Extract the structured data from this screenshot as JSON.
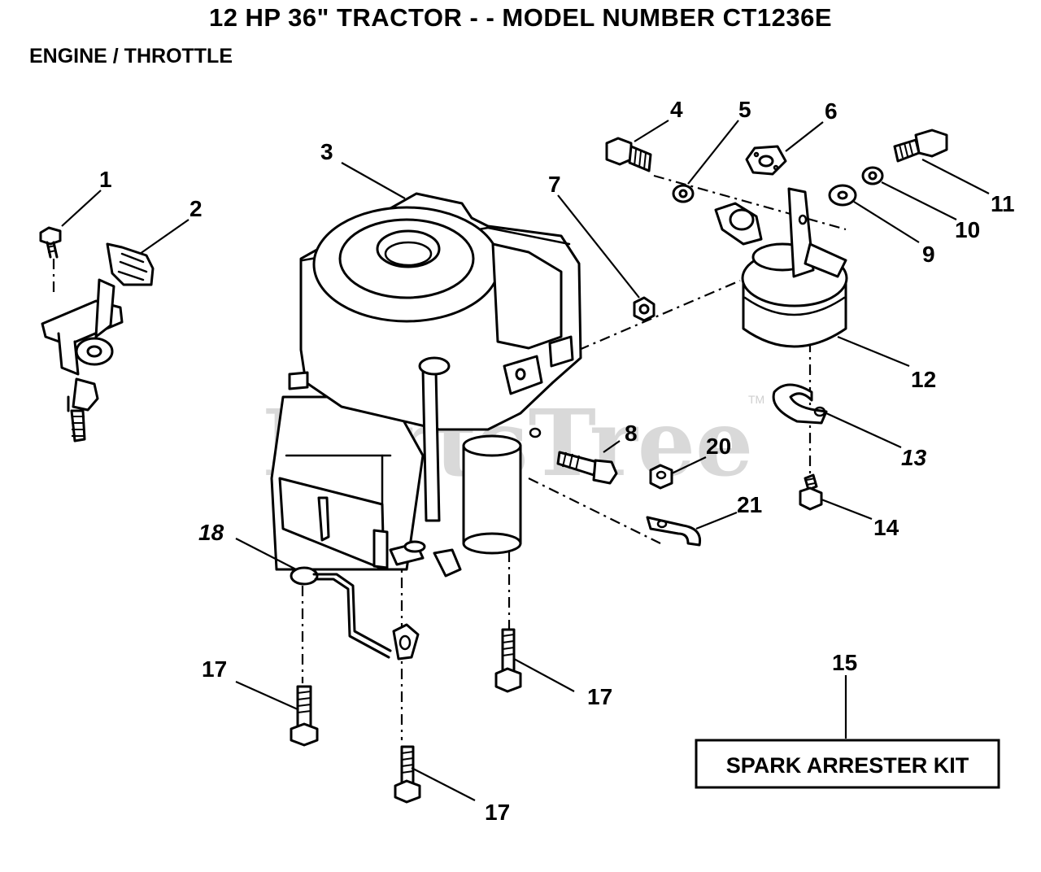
{
  "header": {
    "title": "12 HP 36\" TRACTOR - - MODEL NUMBER CT1236E",
    "subtitle": "ENGINE / THROTTLE"
  },
  "watermark": {
    "text": "PartsTree",
    "mark": "TM"
  },
  "kit_box": {
    "label": "SPARK ARRESTER KIT"
  },
  "callouts": {
    "c1": "1",
    "c2": "2",
    "c3": "3",
    "c4": "4",
    "c5": "5",
    "c6": "6",
    "c7": "7",
    "c8": "8",
    "c9": "9",
    "c10": "10",
    "c11": "11",
    "c12": "12",
    "c13": "13",
    "c14": "14",
    "c15": "15",
    "c17a": "17",
    "c17b": "17",
    "c17c": "17",
    "c18": "18",
    "c20": "20",
    "c21": "21"
  },
  "colors": {
    "ink": "#000000",
    "background": "#ffffff",
    "watermark": "#d9d9d9"
  }
}
